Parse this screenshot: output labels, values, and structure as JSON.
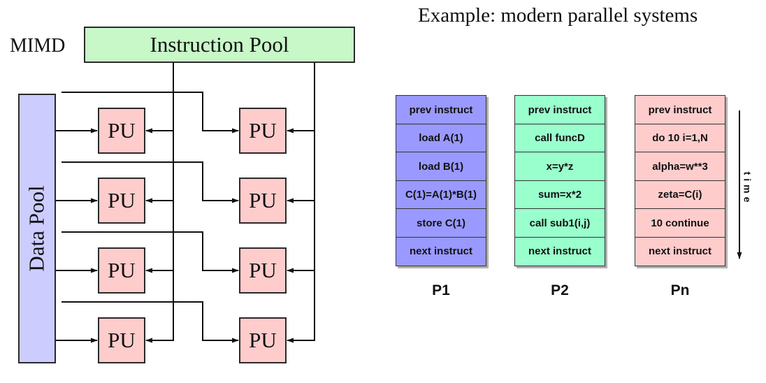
{
  "title": "Example: modern parallel systems",
  "mimd": {
    "label": "MIMD",
    "instruction_pool": "Instruction Pool",
    "data_pool": "Data Pool",
    "pu_label": "PU",
    "pu_grid": {
      "rows": 4,
      "cols": 2
    }
  },
  "processors": [
    {
      "label": "P1",
      "color": "#9999ff",
      "instructions": [
        "prev instruct",
        "load A(1)",
        "load B(1)",
        "C(1)=A(1)*B(1)",
        "store C(1)",
        "next instruct"
      ]
    },
    {
      "label": "P2",
      "color": "#99ffcc",
      "instructions": [
        "prev instruct",
        "call funcD",
        "x=y*z",
        "sum=x*2",
        "call sub1(i,j)",
        "next instruct"
      ]
    },
    {
      "label": "Pn",
      "color": "#ffcccc",
      "instructions": [
        "prev instruct",
        "do 10 i=1,N",
        "alpha=w**3",
        "zeta=C(i)",
        "10 continue",
        "next instruct"
      ]
    }
  ],
  "time_label": "time",
  "colors": {
    "instruction_pool": "#c8f7c8",
    "data_pool": "#ccccff",
    "pu": "#ffcccc",
    "line": "#111111"
  }
}
